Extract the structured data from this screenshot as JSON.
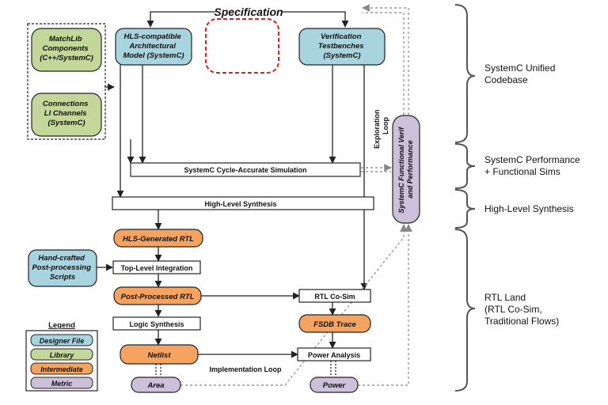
{
  "colors": {
    "designer_file": "#a8d4e0",
    "library": "#c4d79b",
    "intermediate": "#f4a460",
    "metric": "#ccc0da",
    "dashed_red": "#e02020",
    "stroke": "#222222"
  },
  "spec": {
    "label": "Specification"
  },
  "boxes": {
    "matchlib": [
      "MatchLib",
      "Components",
      "(C++/SystemC)"
    ],
    "connections": [
      "Connections",
      "LI Channels",
      "(SystemC)"
    ],
    "hls_model": [
      "HLS-compatible",
      "Architectural",
      "Model (SystemC)"
    ],
    "verif_tb": [
      "Verification",
      "Testbenches",
      "(SystemC)"
    ],
    "cycle_sim": "SystemC Cycle-Accurate Simulation",
    "hls": "High-Level Synthesis",
    "hls_rtl": "HLS-Generated RTL",
    "handcrafted": [
      "Hand-crafted",
      "Post-processing",
      "Scripts"
    ],
    "top_integ": "Top-Level Integration",
    "post_rtl": "Post-Processed RTL",
    "rtl_cosim": "RTL Co-Sim",
    "logic_synth": "Logic Synthesis",
    "fsdb": "FSDB Trace",
    "netlist": "Netlist",
    "power_analysis": "Power Analysis",
    "area": "Area",
    "power": "Power",
    "func_verif": [
      "SystemC Functional Verif",
      "and Performance"
    ]
  },
  "loops": {
    "exploration": [
      "Exploration",
      "Loop"
    ],
    "implementation": "Implementation Loop"
  },
  "legend": {
    "title": "Legend",
    "items": [
      "Designer File",
      "Library",
      "Intermediate",
      "Metric"
    ]
  },
  "stages": {
    "unified": [
      "SystemC Unified",
      "Codebase"
    ],
    "perf": [
      "SystemC Performance",
      "+ Functional Sims"
    ],
    "hls": [
      "High-Level Synthesis"
    ],
    "rtl": [
      "RTL Land",
      "(RTL Co-Sim,",
      "Traditional Flows)"
    ]
  }
}
